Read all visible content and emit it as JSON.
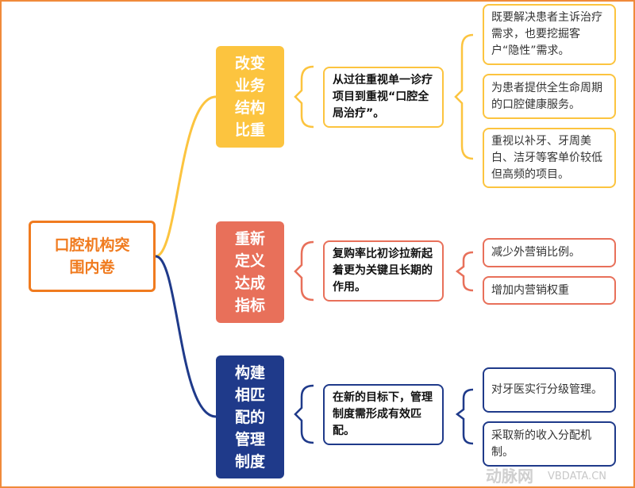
{
  "root": {
    "label": "口腔机构突围内卷",
    "color": "#f07b1f"
  },
  "branches": [
    {
      "label": "改变业务结构比重",
      "color": "#fcc43f",
      "summary": "从过往重视单一诊疗项目到重视“口腔全局治疗”。",
      "details": [
        "既要解决患者主诉治疗需求，也要挖掘客户“隐性”需求。",
        "为患者提供全生命周期的口腔健康服务。",
        "重视以补牙、牙周美白、洁牙等客单价较低但高频的项目。"
      ]
    },
    {
      "label": "重新定义达成指标",
      "color": "#e8705a",
      "summary": "复购率比初诊拉新起着更为关键且长期的作用。",
      "details": [
        "减少外营销比例。",
        "增加内营销权重"
      ]
    },
    {
      "label": "构建相匹配的管理制度",
      "color": "#1f3a8a",
      "summary": "在新的目标下，管理制度需形成有效匹配。",
      "details": [
        "对牙医实行分级管理。",
        "采取新的收入分配机制。"
      ]
    }
  ],
  "watermark": {
    "brand": "动脉网",
    "site": "VBDATA.CN"
  }
}
